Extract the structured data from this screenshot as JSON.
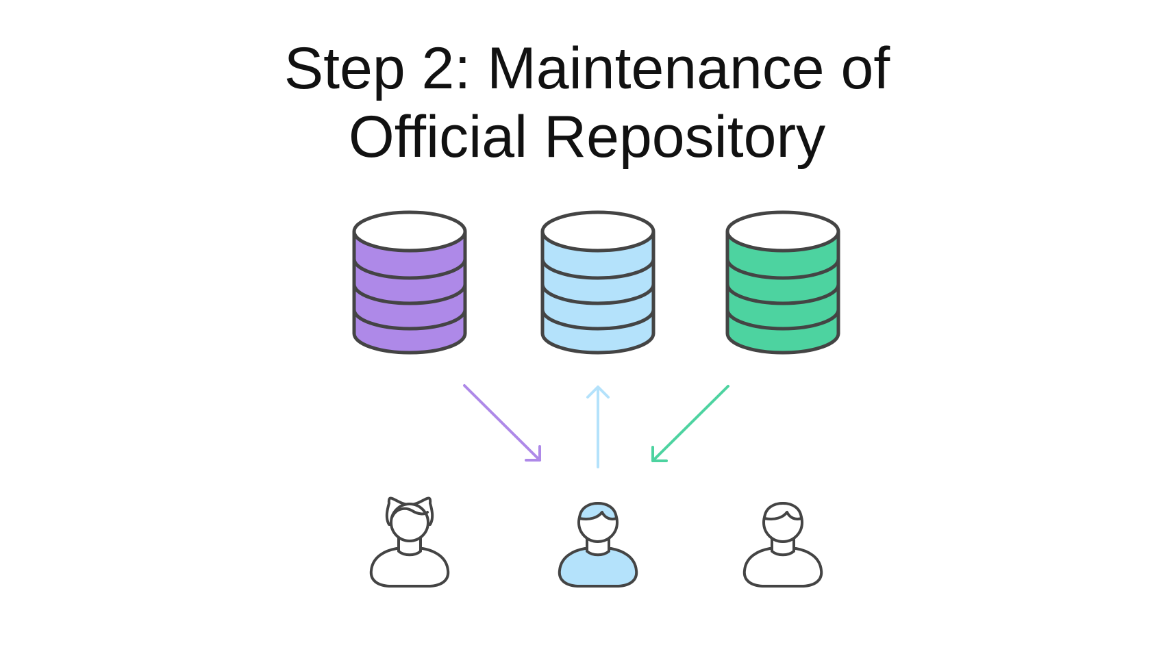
{
  "title": {
    "line1": "Step 2: Maintenance of",
    "line2": "Official Repository"
  },
  "colors": {
    "stroke": "#444444",
    "purple": "#AE89E8",
    "light_blue": "#B4E2FB",
    "green": "#4DD3A0",
    "white": "#FFFFFF",
    "background": "#FFFFFF"
  },
  "repositories": [
    {
      "id": "purple-repo",
      "fill": "#AE89E8"
    },
    {
      "id": "blue-repo",
      "fill": "#B4E2FB"
    },
    {
      "id": "green-repo",
      "fill": "#4DD3A0"
    }
  ],
  "arrows": [
    {
      "id": "purple-to-user",
      "color": "#AE89E8",
      "direction": "repository-to-user"
    },
    {
      "id": "user-to-blue",
      "color": "#B4E2FB",
      "direction": "user-to-repository"
    },
    {
      "id": "green-to-user",
      "color": "#4DD3A0",
      "direction": "repository-to-user"
    }
  ],
  "users": [
    {
      "id": "user-left",
      "icon": "female-user-icon",
      "fill": "#FFFFFF"
    },
    {
      "id": "user-center",
      "icon": "male-user-icon",
      "fill": "#B4E2FB"
    },
    {
      "id": "user-right",
      "icon": "male-user-icon",
      "fill": "#FFFFFF"
    }
  ]
}
